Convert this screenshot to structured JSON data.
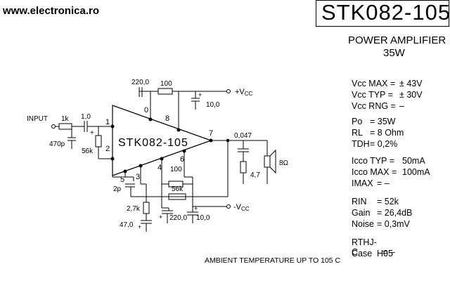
{
  "header": {
    "site": "www.electronica.ro",
    "part_number": "STK082-105",
    "title_line1": "POWER AMPLIFIER",
    "title_line2": "35W"
  },
  "schematic": {
    "chip_label": "STK082-105",
    "pins": {
      "p0": "0",
      "p1": "1",
      "p2": "2",
      "p3": "3",
      "p4": "4",
      "p5": "5",
      "p6": "6",
      "p7": "7",
      "p8": "8"
    },
    "labels": {
      "input": "INPUT",
      "r_in": "1k",
      "c_in": "1,0",
      "c_470p": "470p",
      "r_56k_in": "56k",
      "c_220_top": "220,0",
      "r_100_top": "100",
      "vcc_pos": "+V",
      "vcc_pos_sub": "CC",
      "c_10_top": "10,0",
      "c_0047": "0,047",
      "r_47": "4,7",
      "speaker": "8Ω",
      "c_2p": "2p",
      "r_27k": "2,7k",
      "c_47": "47,0",
      "c_220_bot": "220,0",
      "r_100_bot": "100",
      "r_56k_bot": "56k",
      "vcc_neg": "-V",
      "vcc_neg_sub": "CC",
      "c_10_bot": "10,0",
      "plus": "+"
    }
  },
  "specs": [
    {
      "label": "Vcc MAX =",
      "value": "± 43V"
    },
    {
      "label": "Vcc TYP =",
      "value": "± 30V"
    },
    {
      "label": "Vcc RNG =",
      "value": "–"
    },
    {
      "label": "Po",
      "value": "= 35W"
    },
    {
      "label": "RL",
      "value": "= 8 Ohm"
    },
    {
      "label": "TDH",
      "value": "= 0,2%"
    },
    {
      "label": "Icco TYP =",
      "value": "50mA"
    },
    {
      "label": "Icco MAX =",
      "value": "100mA"
    },
    {
      "label": "IMAX",
      "value": "=   –"
    },
    {
      "label": "RIN",
      "value": "=  52k"
    },
    {
      "label": "Gain",
      "value": "= 26,4dB"
    },
    {
      "label": "Noise",
      "value": "= 0,3mV"
    },
    {
      "label": "RTHJ-C",
      "value": "= –"
    },
    {
      "label": "Case",
      "value": "H05"
    }
  ],
  "footer": {
    "ambient": "AMBIENT  TEMPERATURE  UP  TO 105 C"
  }
}
